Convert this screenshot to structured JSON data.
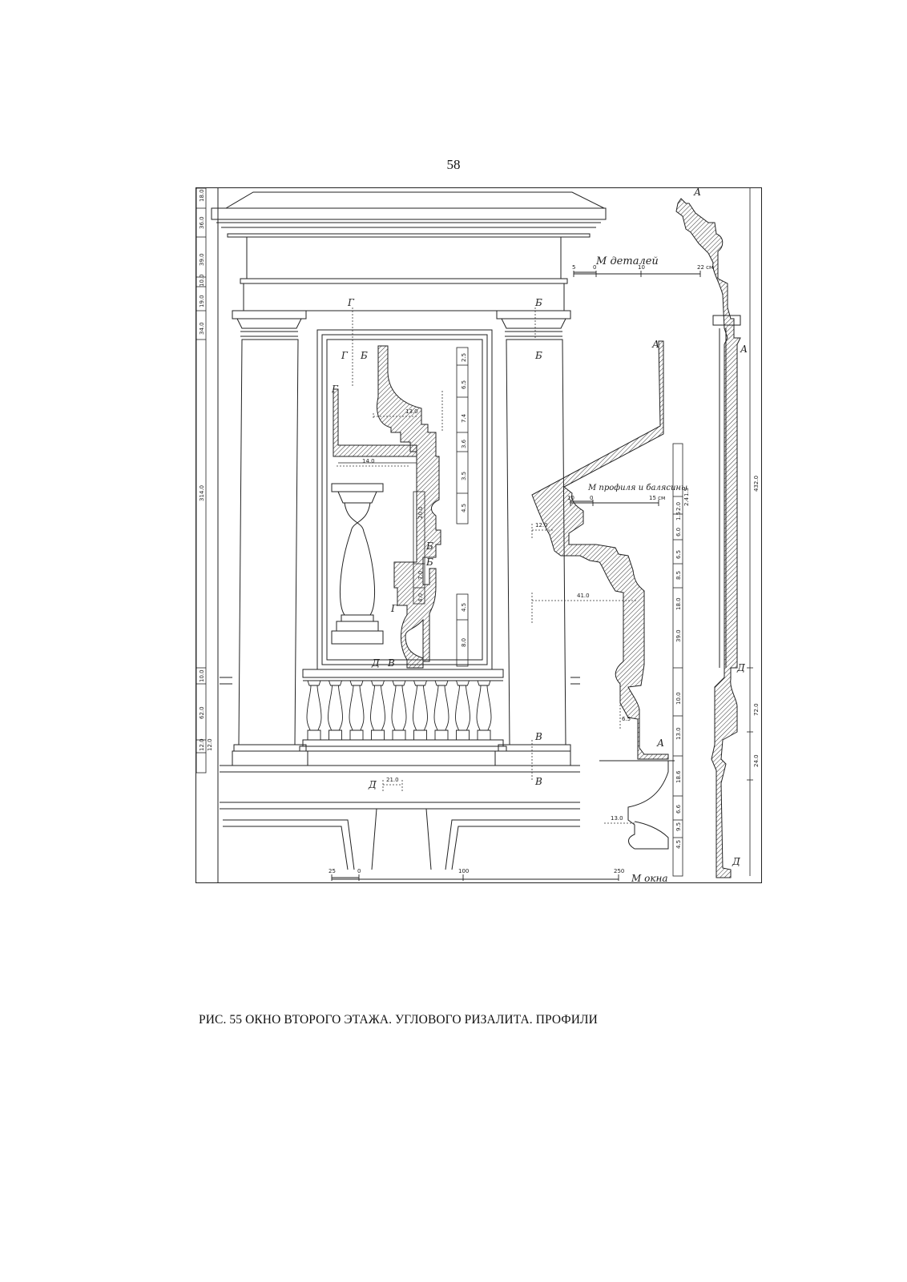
{
  "page_number": "58",
  "caption": "РИС. 55  ОКНО ВТОРОГО ЭТАЖА. УГЛОВОГО РИЗАЛИТА. ПРОФИЛИ",
  "scales": {
    "details": {
      "title": "М деталей",
      "ticks": [
        "5",
        "0",
        "10",
        "22 см"
      ]
    },
    "profile": {
      "title": "М профиля и балясины",
      "ticks": [
        "10",
        "0",
        "15 см"
      ]
    },
    "window": {
      "title": "М окна",
      "ticks": [
        "25",
        "0",
        "100",
        "250"
      ]
    }
  },
  "left_dimensions": [
    "18.0",
    "36.0",
    "39.0",
    "10.0",
    "19.0",
    "34.0",
    "314.0",
    "10.0",
    "62.0",
    "12.0",
    "12.0"
  ],
  "right_dimensions": [
    "432.0",
    "72.0",
    "24.0"
  ],
  "profile_g_dimensions": [
    "2.5",
    "6.5",
    "7.4",
    "3.6",
    "3.5",
    "4.5",
    "7.0",
    "4.0",
    "4.5",
    "8.0",
    "13.0",
    "14.0",
    "20.0"
  ],
  "profile_a_dimensions": [
    "1.5",
    "2.4",
    "2.0",
    "1.5",
    "6.0",
    "6.5",
    "8.5",
    "18.0",
    "39.0",
    "10.0",
    "13.0",
    "18.6",
    "6.6",
    "9.5",
    "4.5",
    "12.0",
    "41.0",
    "6.5",
    "13.0"
  ],
  "plan_dimensions": [
    "21.0"
  ],
  "section_marks": [
    "А",
    "Б",
    "В",
    "Г",
    "Д"
  ]
}
